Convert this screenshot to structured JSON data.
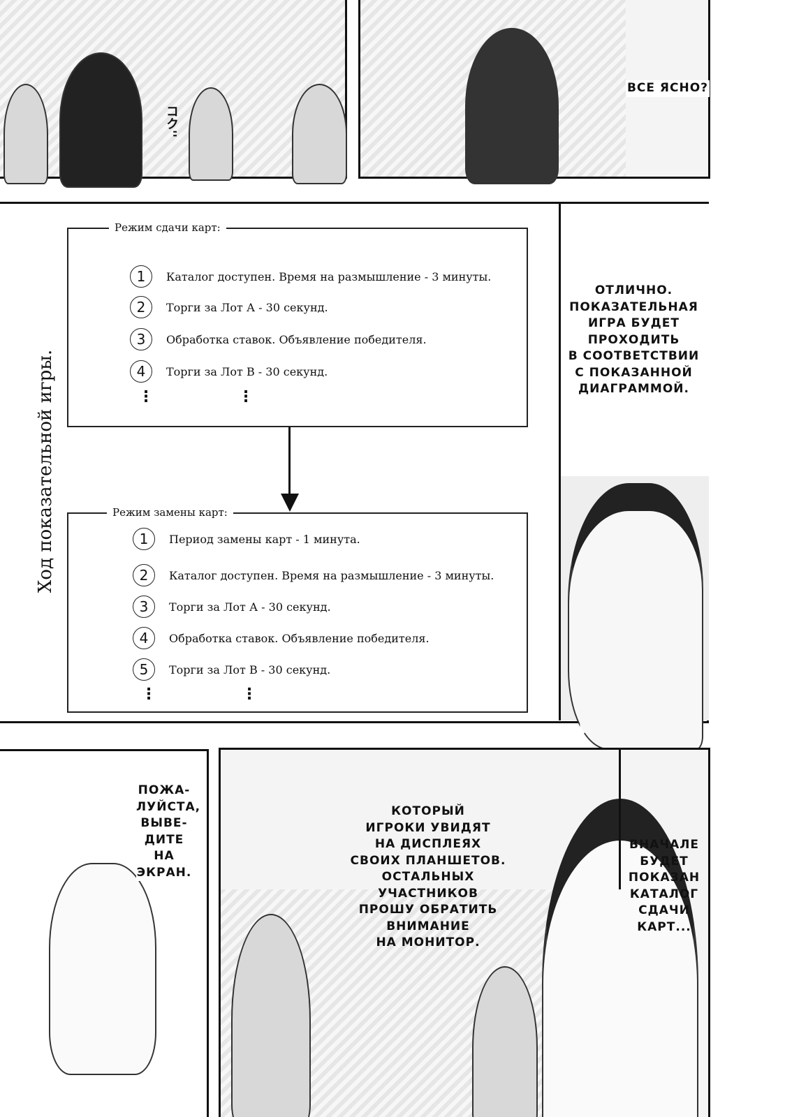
{
  "panel_top_left": {
    "sfx": "コク''"
  },
  "panel_top_right": {
    "bubble": "Все ясно?"
  },
  "diagram": {
    "title": "Ход показательной игры.",
    "dealing_mode": {
      "label": "Режим сдачи карт:",
      "steps": [
        {
          "n": "1",
          "text": "Каталог доступен. Время на размышление - 3 минуты."
        },
        {
          "n": "2",
          "text": "Торги за Лот А - 30 секунд."
        },
        {
          "n": "3",
          "text": "Обработка ставок. Объявление победителя."
        },
        {
          "n": "4",
          "text": "Торги за Лот B - 30 секунд."
        }
      ],
      "ellipsis": "⋮"
    },
    "exchange_mode": {
      "label": "Режим замены карт:",
      "steps": [
        {
          "n": "1",
          "text": "Период замены карт - 1 минута."
        },
        {
          "n": "2",
          "text": "Каталог доступен. Время на размышление - 3 минуты."
        },
        {
          "n": "3",
          "text": "Торги за Лот А - 30 секунд."
        },
        {
          "n": "4",
          "text": "Обработка ставок. Объявление победителя."
        },
        {
          "n": "5",
          "text": "Торги за Лот B - 30 секунд."
        }
      ],
      "ellipsis": "⋮"
    }
  },
  "panel_middle_right": {
    "bubble_lines": [
      "Отлично.",
      "Показательная",
      "игра будет",
      "проходить",
      "в соответствии",
      "с показанной",
      "диаграммой."
    ]
  },
  "panel_bottom_left": {
    "bubble_lines": [
      "Пожа-",
      "луйста,",
      "выве-",
      "дите на",
      "экран."
    ]
  },
  "panel_bottom_center": {
    "bubble_lines": [
      "Который",
      "игроки увидят",
      "на дисплеях",
      "своих планшетов.",
      "Остальных",
      "участников",
      "прошу обратить",
      "внимание",
      "на монитор."
    ]
  },
  "panel_bottom_right": {
    "bubble_lines": [
      "Вначале",
      "будет",
      "показан",
      "каталог",
      "сдачи",
      "карт..."
    ]
  }
}
